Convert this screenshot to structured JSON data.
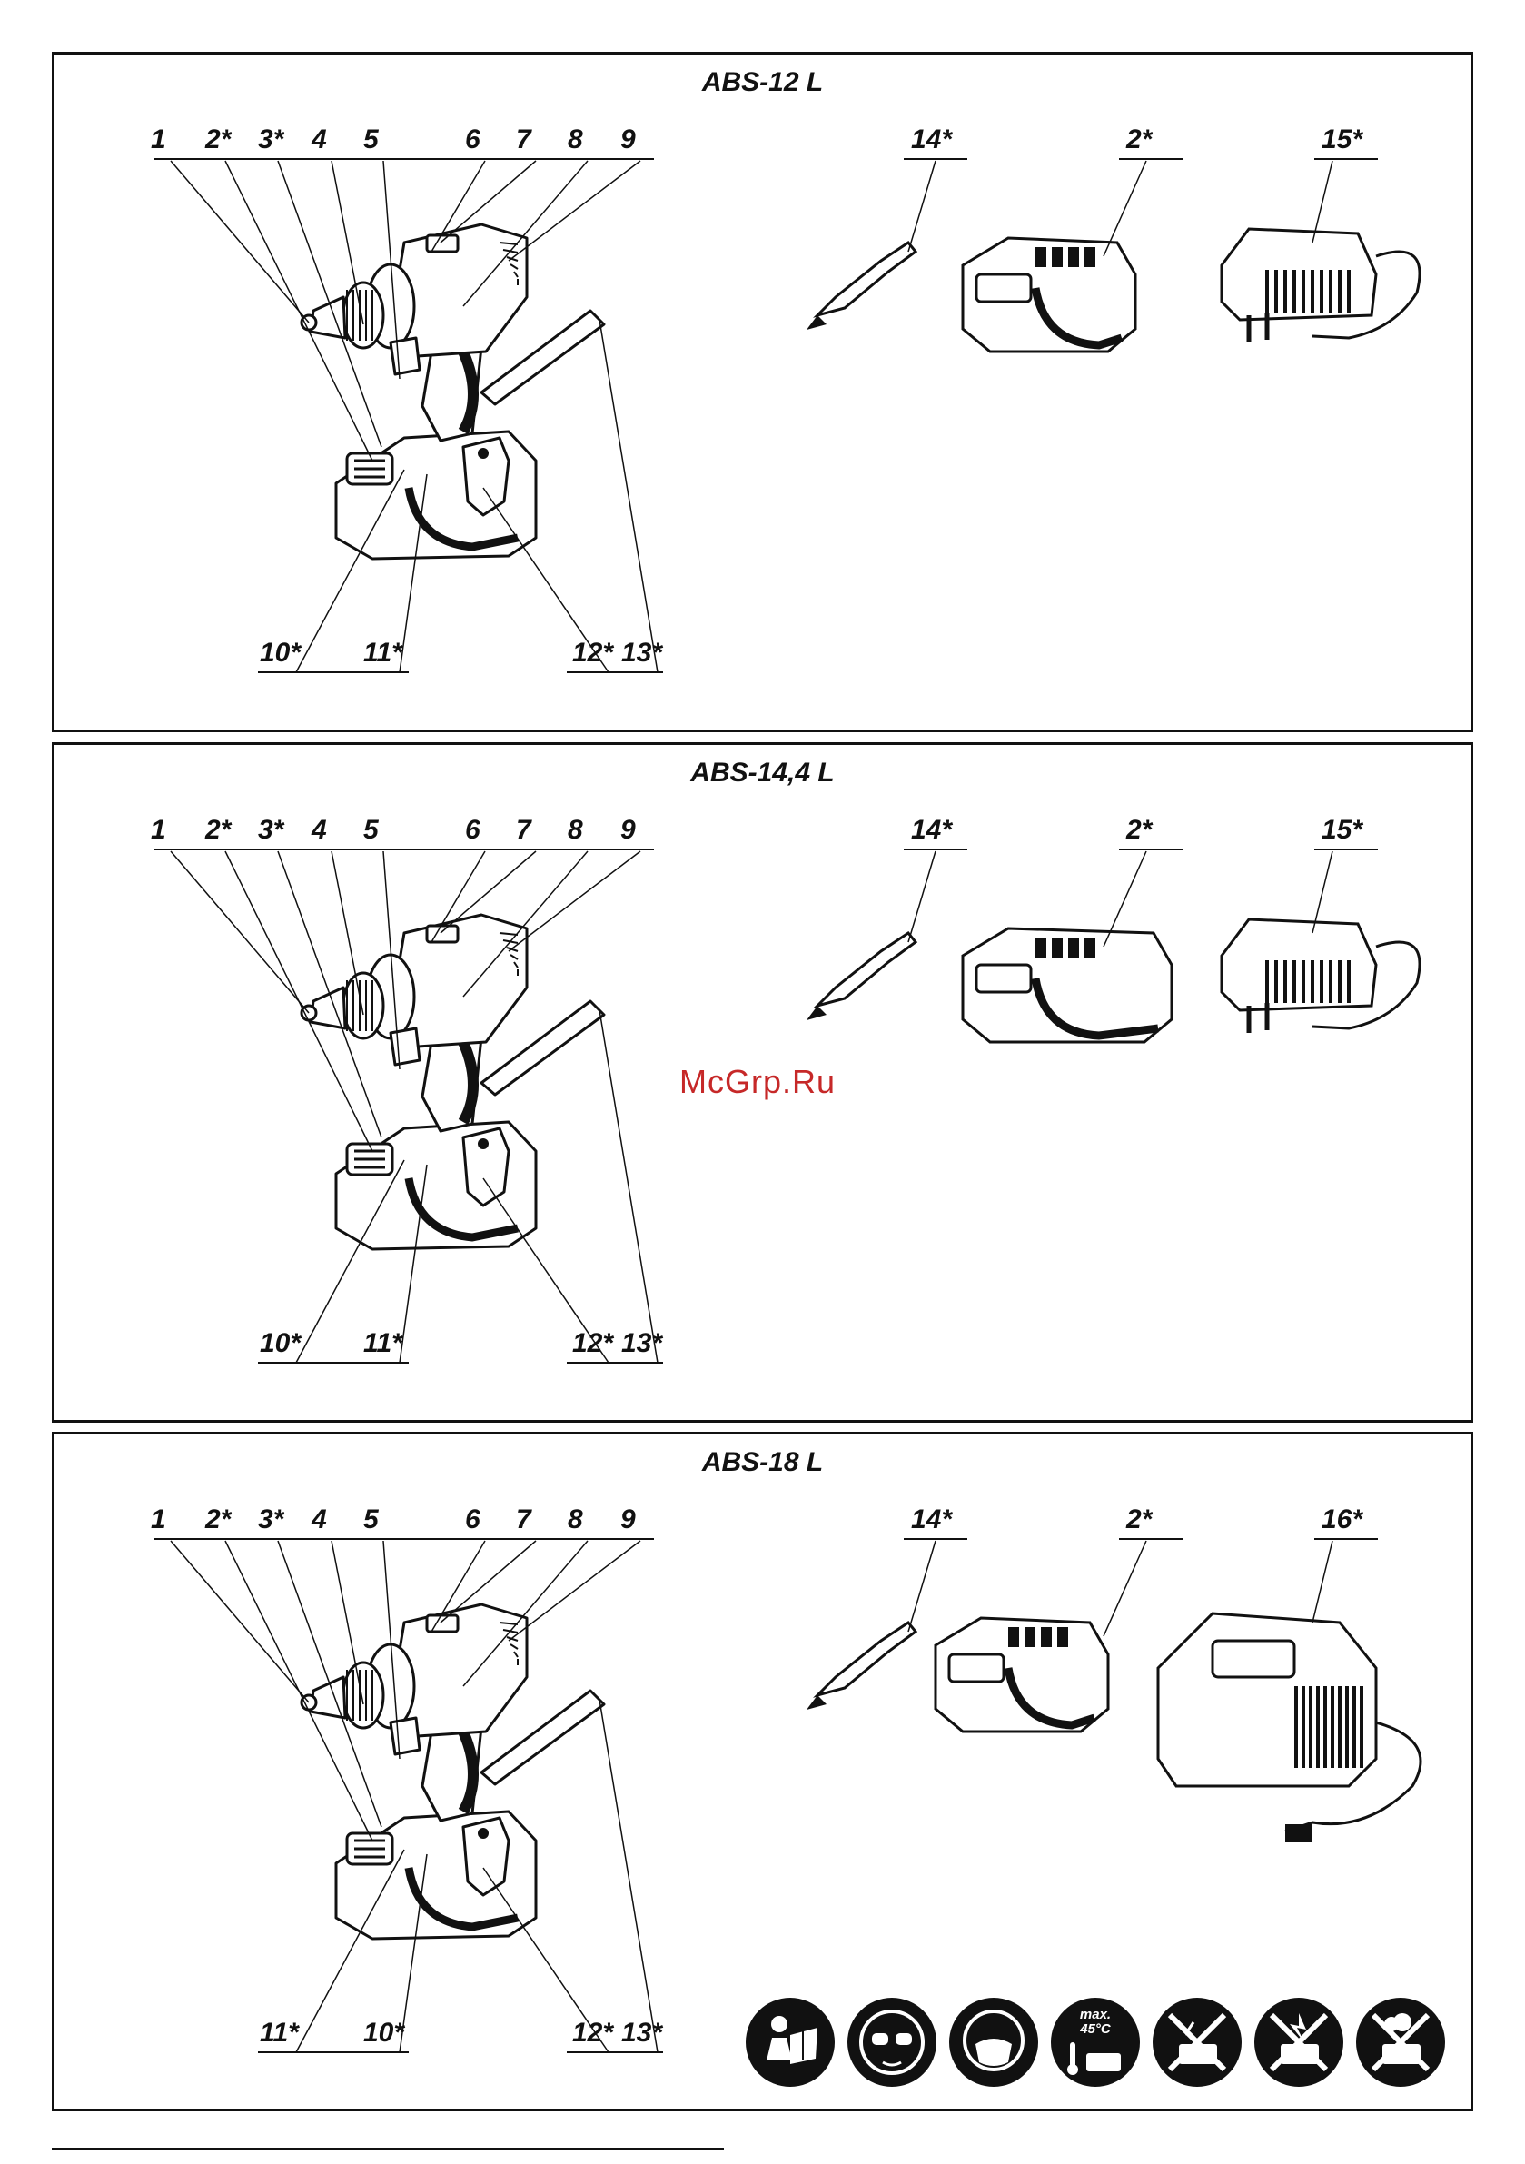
{
  "watermark": "McGrp.Ru",
  "panels": [
    {
      "title": "ABS-12 L",
      "top_labels": [
        "1",
        "2*",
        "3*",
        "4",
        "5",
        "6",
        "7",
        "8",
        "9"
      ],
      "bottom_labels": [
        "10*",
        "11*",
        "12*",
        "13*"
      ],
      "accessory_labels": [
        "14*",
        "2*",
        "15*"
      ]
    },
    {
      "title": "ABS-14,4 L",
      "top_labels": [
        "1",
        "2*",
        "3*",
        "4",
        "5",
        "6",
        "7",
        "8",
        "9"
      ],
      "bottom_labels": [
        "10*",
        "11*",
        "12*",
        "13*"
      ],
      "accessory_labels": [
        "14*",
        "2*",
        "15*"
      ]
    },
    {
      "title": "ABS-18 L",
      "top_labels": [
        "1",
        "2*",
        "3*",
        "4",
        "5",
        "6",
        "7",
        "8",
        "9"
      ],
      "bottom_labels": [
        "11*",
        "10*",
        "12*",
        "13*"
      ],
      "accessory_labels": [
        "14*",
        "2*",
        "16*"
      ]
    }
  ],
  "safety_icons": [
    {
      "icon": "read-manual-icon"
    },
    {
      "icon": "safety-goggles-icon"
    },
    {
      "icon": "dust-mask-icon"
    },
    {
      "icon": "max-temperature-icon",
      "line1": "max.",
      "line2": "45°C"
    },
    {
      "icon": "no-water-battery-icon"
    },
    {
      "icon": "no-fire-battery-icon"
    },
    {
      "icon": "no-rain-battery-icon"
    }
  ]
}
